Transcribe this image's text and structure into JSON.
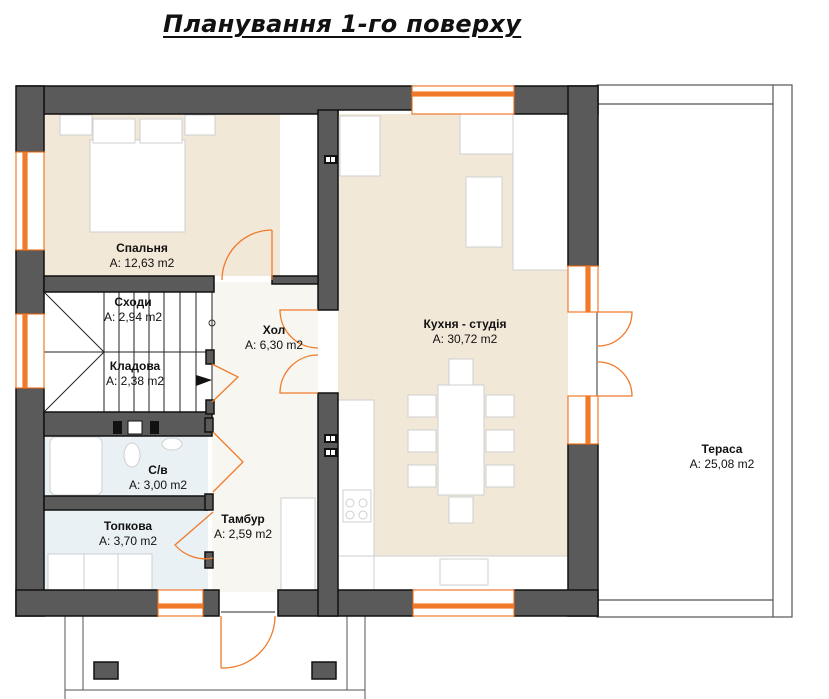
{
  "title": "Планування 1-го поверху",
  "colors": {
    "wall": "#5a5a5a",
    "wall_outline": "#111111",
    "living_floor": "#f2e8d8",
    "wet_floor": "#e9f1f5",
    "hall_floor": "#f7f6f1",
    "window_door": "#f07a2a",
    "furniture_stroke": "#cfcfcf"
  },
  "rooms": [
    {
      "id": "bedroom",
      "name": "Спальня",
      "area": "A: 12,63 m2"
    },
    {
      "id": "stairs",
      "name": "Сходи",
      "area": "A: 2,94 m2"
    },
    {
      "id": "storage",
      "name": "Кладова",
      "area": "A: 2,38 m2"
    },
    {
      "id": "hall",
      "name": "Хол",
      "area": "A: 6,30 m2"
    },
    {
      "id": "kitchen",
      "name": "Кухня - студія",
      "area": "A: 30,72 m2"
    },
    {
      "id": "bathroom",
      "name": "С/в",
      "area": "A: 3,00 m2"
    },
    {
      "id": "boiler",
      "name": "Топкова",
      "area": "A: 3,70 m2"
    },
    {
      "id": "vestibule",
      "name": "Тамбур",
      "area": "A: 2,59 m2"
    },
    {
      "id": "terrace",
      "name": "Тераса",
      "area": "A: 25,08 m2"
    }
  ]
}
